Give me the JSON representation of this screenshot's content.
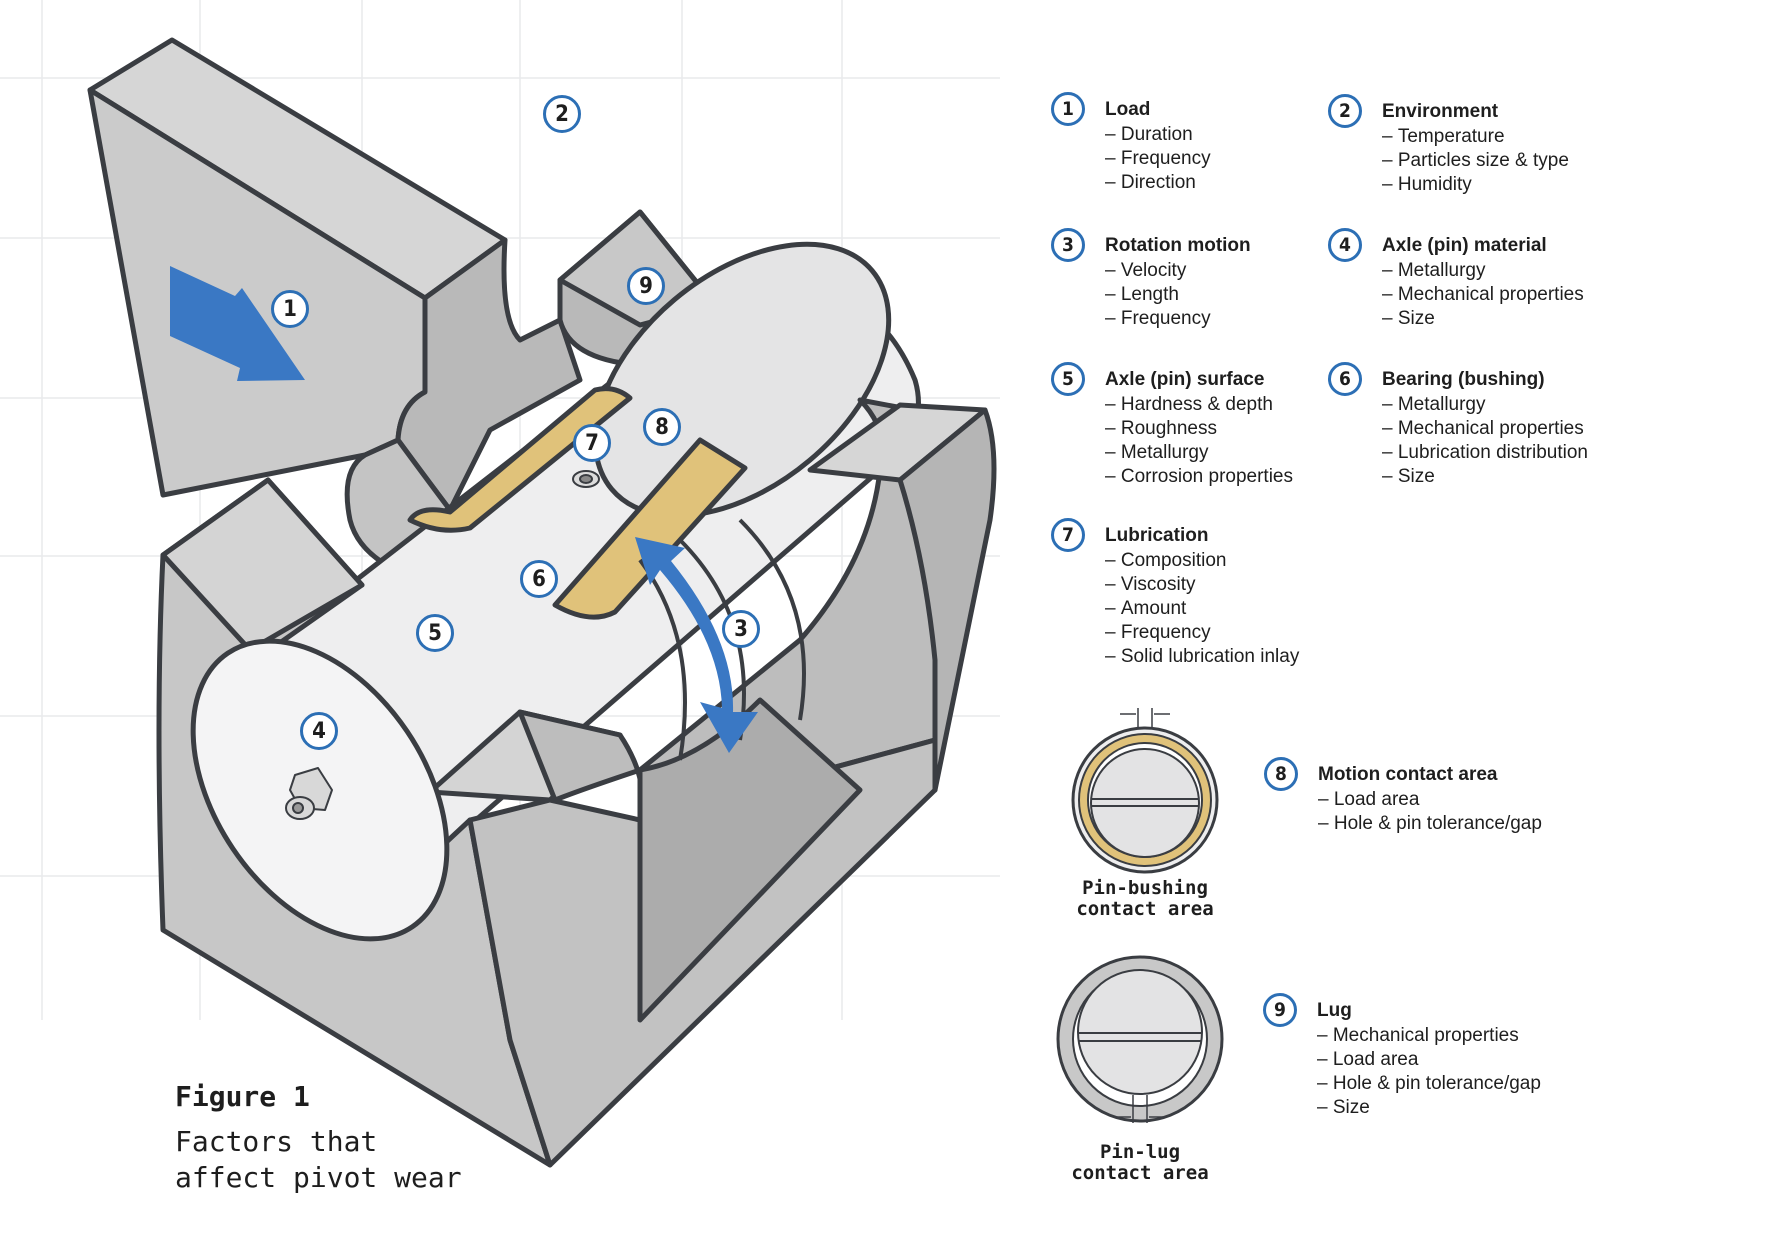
{
  "figure": {
    "label": "Figure 1",
    "subtitle": "Factors that\naffect pivot wear"
  },
  "colors": {
    "accent_blue": "#2c6fb5",
    "steel_gray": "#c8c8c8",
    "outline": "#3a3d42",
    "bushing_gold": "#e0c27a",
    "pin_white": "#eeeeef"
  },
  "callouts": [
    "1",
    "2",
    "3",
    "4",
    "5",
    "6",
    "7",
    "8",
    "9"
  ],
  "legend": [
    {
      "num": "1",
      "title": "Load",
      "items": [
        "Duration",
        "Frequency",
        "Direction"
      ]
    },
    {
      "num": "2",
      "title": "Environment",
      "items": [
        "Temperature",
        "Particles size & type",
        "Humidity"
      ]
    },
    {
      "num": "3",
      "title": "Rotation motion",
      "items": [
        "Velocity",
        "Length",
        "Frequency"
      ]
    },
    {
      "num": "4",
      "title": "Axle (pin) material",
      "items": [
        "Metallurgy",
        "Mechanical properties",
        "Size"
      ]
    },
    {
      "num": "5",
      "title": "Axle (pin) surface",
      "items": [
        "Hardness & depth",
        "Roughness",
        "Metallurgy",
        "Corrosion properties"
      ]
    },
    {
      "num": "6",
      "title": "Bearing (bushing)",
      "items": [
        "Metallurgy",
        "Mechanical properties",
        "Lubrication distribution",
        "Size"
      ]
    },
    {
      "num": "7",
      "title": "Lubrication",
      "items": [
        "Composition",
        "Viscosity",
        "Amount",
        "Frequency",
        "Solid lubrication inlay"
      ]
    },
    {
      "num": "8",
      "title": "Motion contact area",
      "items": [
        "Load area",
        "Hole & pin tolerance/gap"
      ]
    },
    {
      "num": "9",
      "title": "Lug",
      "items": [
        "Mechanical properties",
        "Load area",
        "Hole & pin tolerance/gap",
        "Size"
      ]
    }
  ],
  "mini_diagrams": [
    {
      "caption": "Pin-bushing\ncontact area",
      "icon": "pin-bushing-cross-section"
    },
    {
      "caption": "Pin-lug\ncontact area",
      "icon": "pin-lug-cross-section"
    }
  ]
}
